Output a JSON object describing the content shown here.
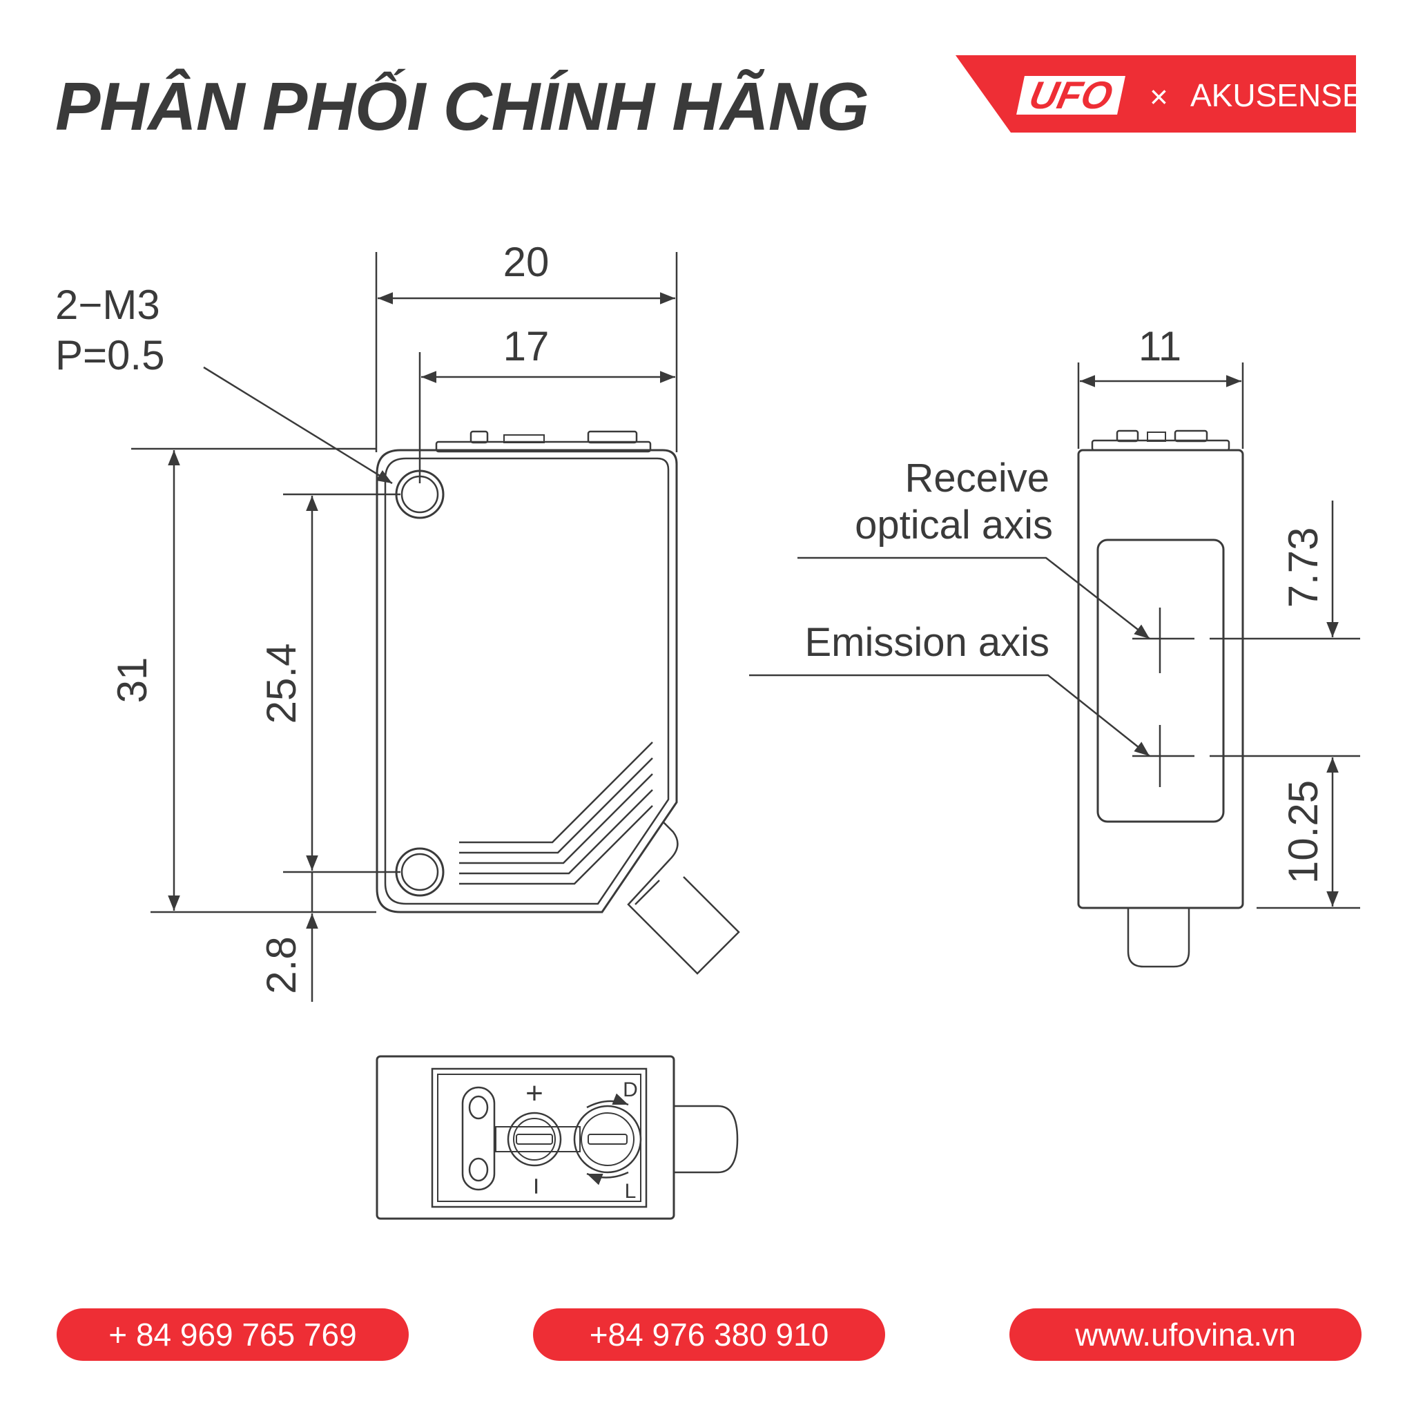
{
  "header": {
    "headline": "PHÂN PHỐI CHÍNH HÃNG",
    "brand_logo": "UFO",
    "brand_times": "×",
    "brand_partner": "AKUSENSE"
  },
  "diagram": {
    "thread_line1": "2−M3",
    "thread_line2": "P=0.5",
    "dim_width_total": "20",
    "dim_width_holes": "17",
    "dim_height_total": "31",
    "dim_height_holes": "25.4",
    "dim_bottom_offset": "2.8",
    "dim_side_width": "11",
    "dim_receive_axis": "7.73",
    "dim_emission_axis": "10.25",
    "label_receive_line1": "Receive",
    "label_receive_line2": "optical axis",
    "label_emission": "Emission axis",
    "pot_plus": "+",
    "pot_minus": "−",
    "pot_d": "D",
    "pot_l": "L"
  },
  "footer": {
    "phone1": "+ 84 969 765 769",
    "phone2": "+84 976 380 910",
    "website": "www.ufovina.vn"
  },
  "colors": {
    "accent": "#ee2e35",
    "line": "#3a3a3a",
    "background": "#ffffff"
  }
}
